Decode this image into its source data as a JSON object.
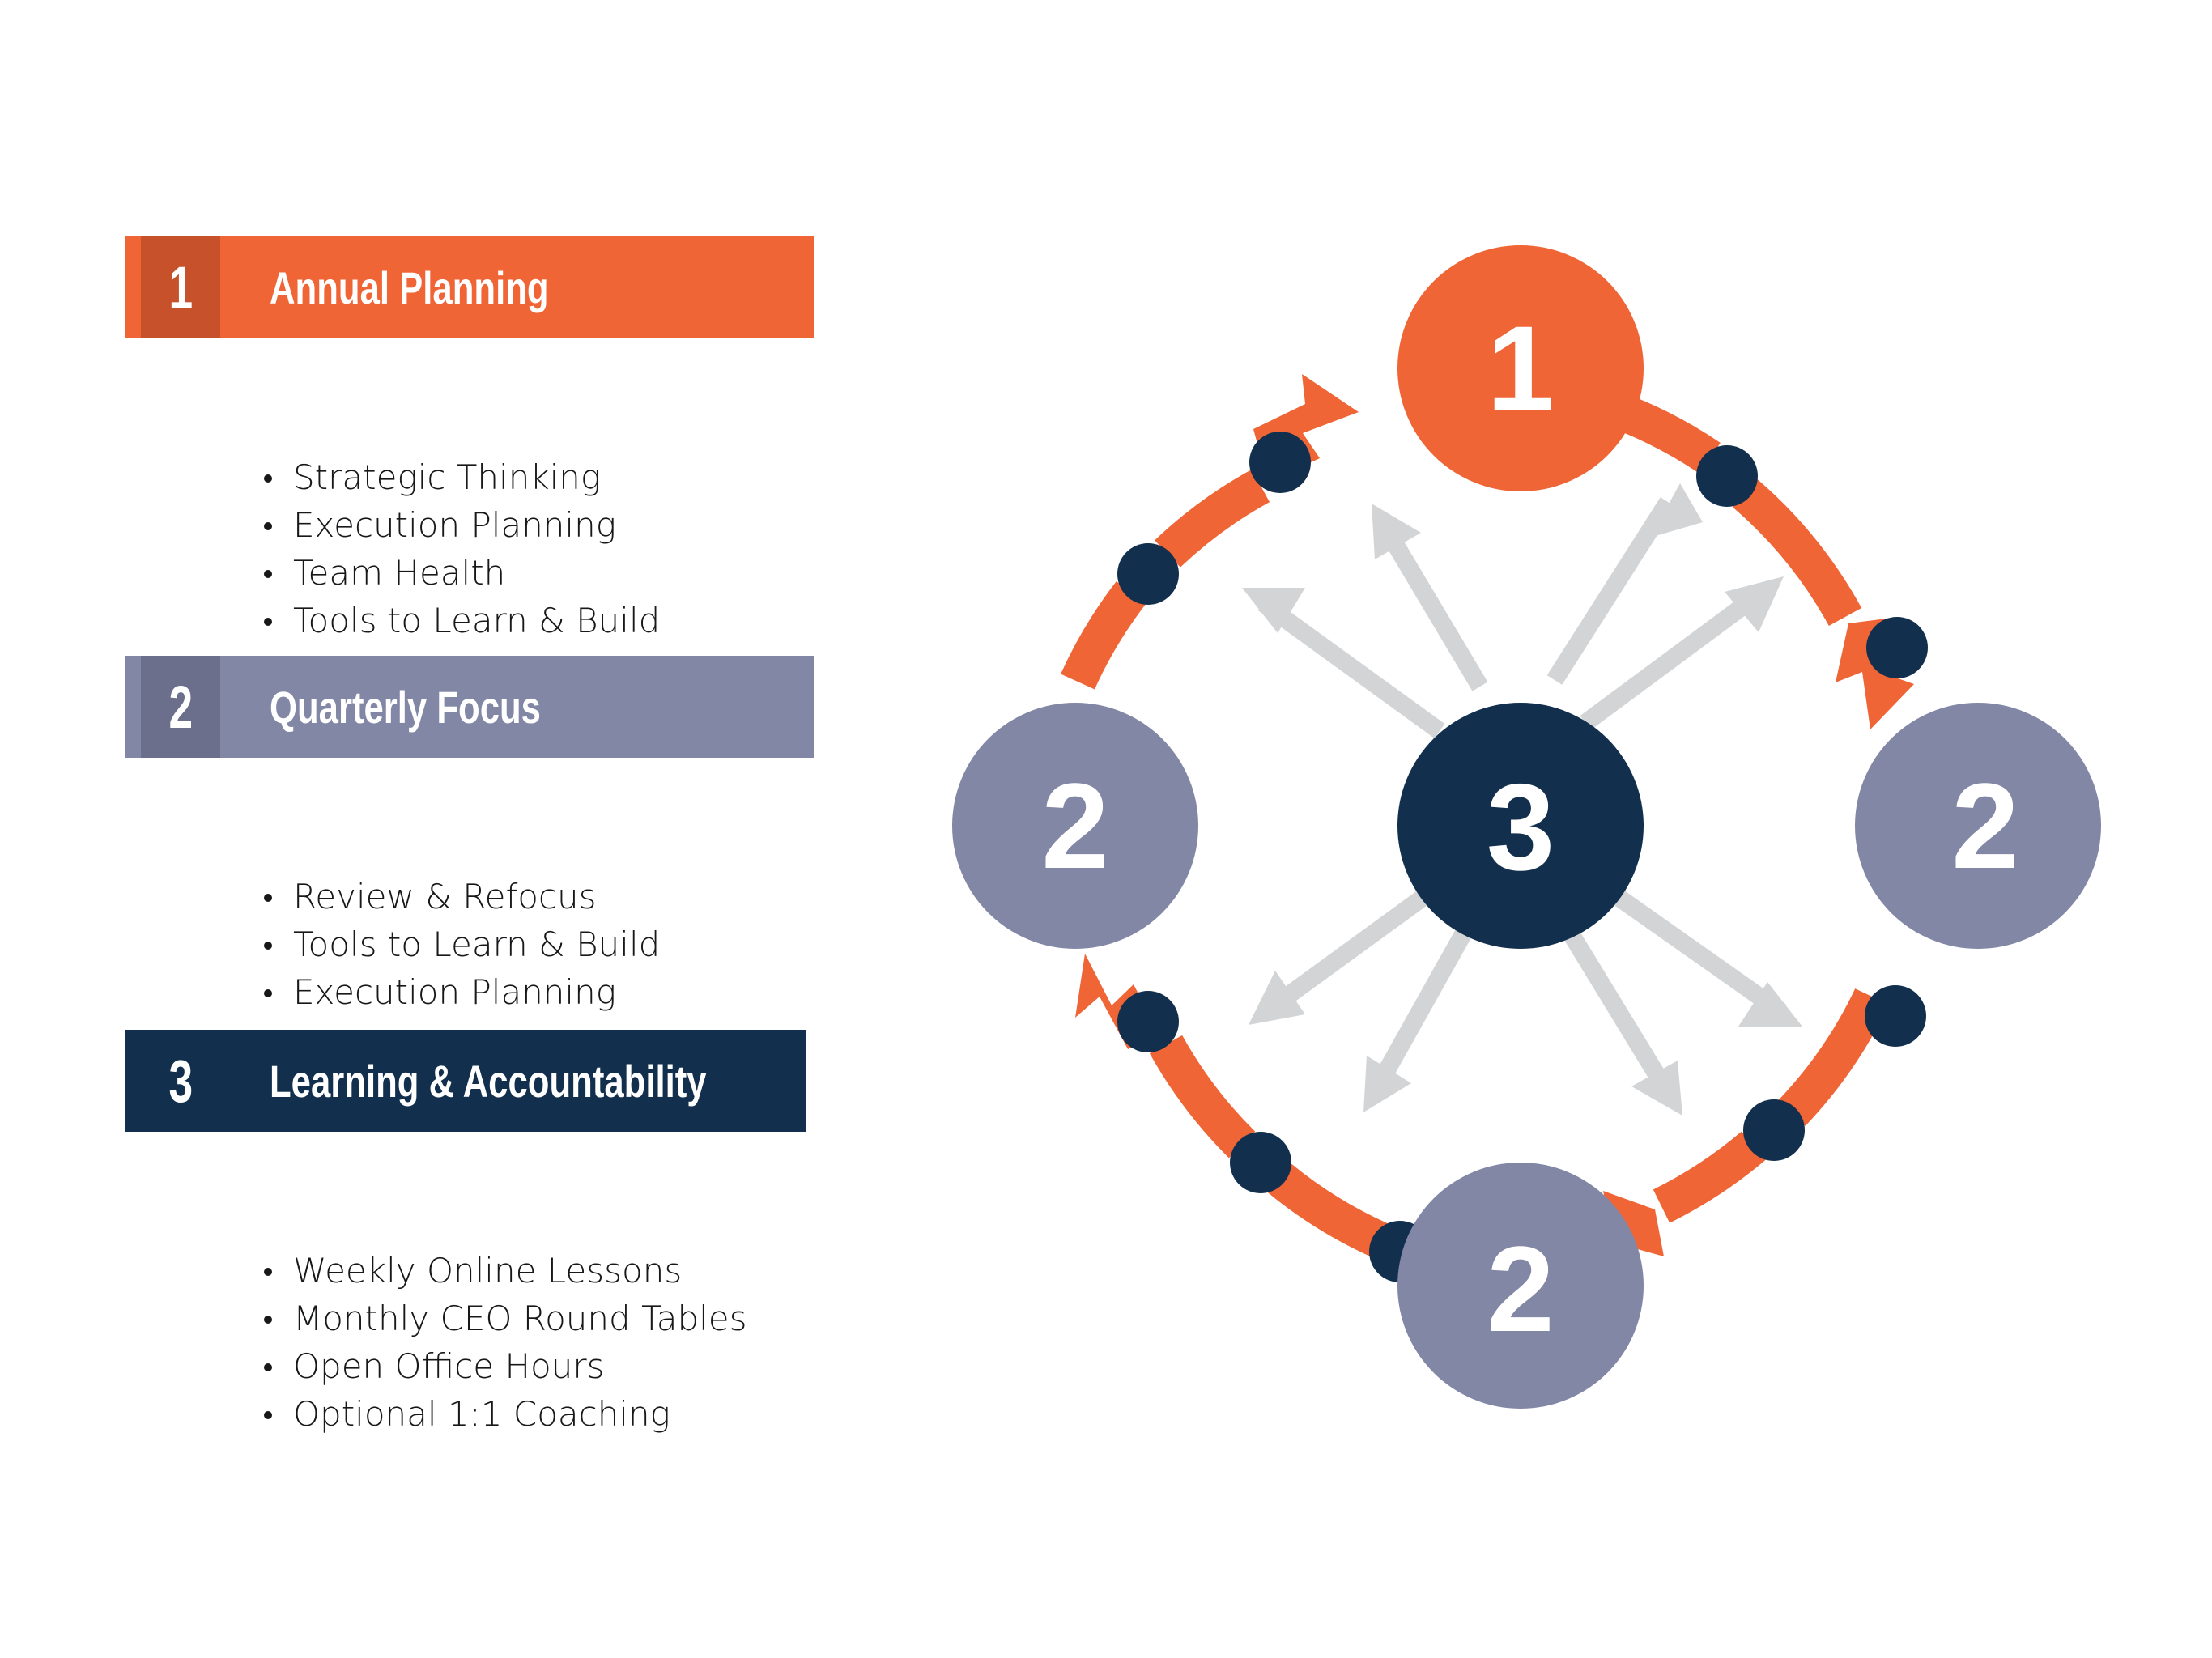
{
  "colors": {
    "orange": "#EF6536",
    "orange_dark": "#C6512A",
    "slate": "#8287A6",
    "slate_dark": "#6C6F8C",
    "navy": "#12304D",
    "gray_arrow": "#D2D4D6",
    "text": "#17181A",
    "white": "#FFFFFF",
    "background": "#FFFFFF"
  },
  "sections": [
    {
      "number": "1",
      "title": "Annual Planning",
      "theme": "orange",
      "bullets": [
        "Strategic Thinking",
        "Execution Planning",
        "Team Health",
        "Tools to Learn & Build"
      ]
    },
    {
      "number": "2",
      "title": "Quarterly Focus",
      "theme": "slate",
      "bullets": [
        "Review & Refocus",
        "Tools to Learn & Build",
        "Execution Planning"
      ]
    },
    {
      "number": "3",
      "title": "Learning & Accountability",
      "theme": "navy",
      "bullets": [
        "Weekly Online Lessons",
        "Monthly CEO Round Tables",
        "Open Office Hours",
        "Optional 1:1 Coaching"
      ]
    }
  ],
  "diagram": {
    "type": "cycle",
    "center_node": {
      "label": "3",
      "color": "#12304D",
      "position": "center"
    },
    "outer_nodes": [
      {
        "label": "1",
        "color": "#EF6536",
        "position": "top"
      },
      {
        "label": "2",
        "color": "#8287A6",
        "position": "right"
      },
      {
        "label": "2",
        "color": "#8287A6",
        "position": "bottom"
      },
      {
        "label": "2",
        "color": "#8287A6",
        "position": "left"
      }
    ],
    "ring": {
      "color": "#EF6536",
      "direction": "clockwise",
      "segment_count": 8,
      "joint_dot_color": "#12304D",
      "joint_dot_count": 8
    },
    "radial_arrows": {
      "color": "#D2D4D6",
      "count": 8,
      "direction": "outward-from-center"
    }
  }
}
